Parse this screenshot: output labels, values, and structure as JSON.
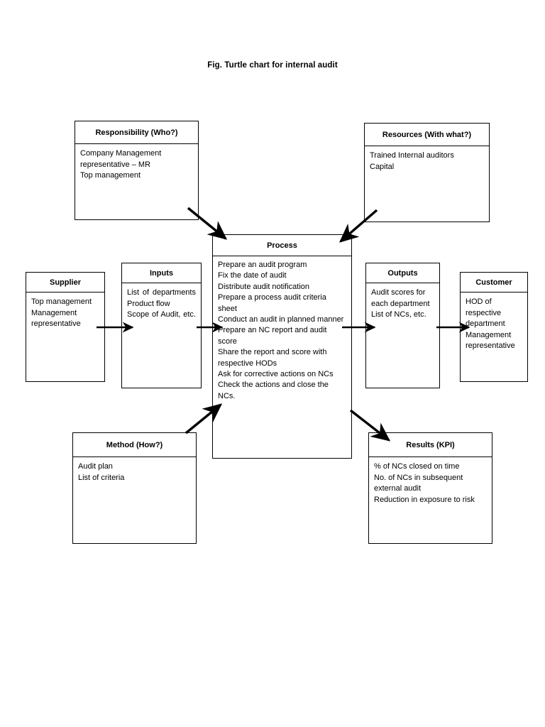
{
  "figure": {
    "title": "Fig. Turtle chart for internal audit",
    "type": "turtle-diagram",
    "ink_color": "#000000",
    "background_color": "#ffffff"
  },
  "boxes": {
    "responsibility": {
      "header": "Responsibility (Who?)",
      "lines": [
        "Company Management",
        "representative – MR",
        "Top management"
      ]
    },
    "resources": {
      "header": "Resources (With what?)",
      "lines": [
        "Trained Internal auditors",
        "Capital"
      ]
    },
    "process": {
      "header": "Process",
      "lines": [
        "Prepare an audit program",
        "Fix the date of audit",
        "Distribute audit notification",
        "Prepare a process audit criteria sheet",
        "Conduct an audit in planned manner",
        "Prepare an NC report and audit score",
        "Share the report and score with respective HODs",
        "Ask for corrective actions on NCs",
        "Check the actions and close the NCs."
      ]
    },
    "supplier": {
      "header": "Supplier",
      "lines": [
        "Top management",
        "Management representative"
      ]
    },
    "inputs": {
      "header": "Inputs",
      "lines": [
        "List of departments",
        "Product flow",
        "Scope of Audit, etc."
      ]
    },
    "outputs": {
      "header": "Outputs",
      "lines": [
        "Audit scores for each department",
        "List of NCs, etc."
      ]
    },
    "customer": {
      "header": "Customer",
      "lines": [
        "HOD of respective department",
        "Management representative"
      ]
    },
    "method": {
      "header": "Method (How?)",
      "lines": [
        "Audit plan",
        "List of criteria"
      ]
    },
    "results": {
      "header": "Results (KPI)",
      "lines": [
        "% of NCs closed on time",
        "No. of NCs in subsequent external audit",
        "Reduction in exposure to risk"
      ]
    }
  },
  "connectors": [
    {
      "name": "responsibility-to-process",
      "from": "responsibility",
      "to": "process",
      "style": "diagonal-arrow"
    },
    {
      "name": "resources-to-process",
      "from": "resources",
      "to": "process",
      "style": "diagonal-arrow"
    },
    {
      "name": "method-to-process",
      "from": "method",
      "to": "process",
      "style": "diagonal-arrow"
    },
    {
      "name": "process-to-results",
      "from": "process",
      "to": "results",
      "style": "diagonal-arrow"
    },
    {
      "name": "supplier-to-inputs",
      "from": "supplier",
      "to": "inputs",
      "style": "horizontal-arrow"
    },
    {
      "name": "inputs-to-process",
      "from": "inputs",
      "to": "process",
      "style": "horizontal-arrow"
    },
    {
      "name": "process-to-outputs",
      "from": "process",
      "to": "outputs",
      "style": "horizontal-arrow"
    },
    {
      "name": "outputs-to-customer",
      "from": "outputs",
      "to": "customer",
      "style": "horizontal-arrow"
    }
  ]
}
